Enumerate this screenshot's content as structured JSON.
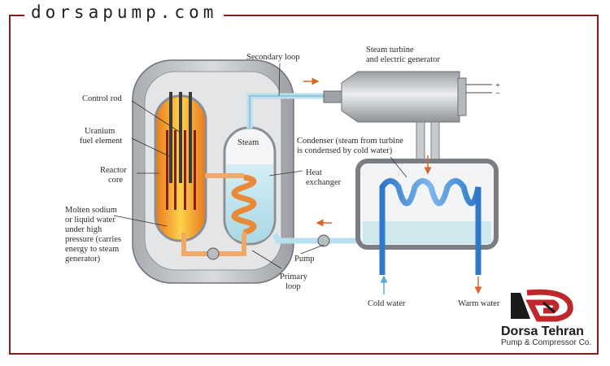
{
  "site": {
    "title": "dorsapump.com"
  },
  "labels": {
    "control_rod": "Control rod",
    "uranium_1": "Uranium",
    "uranium_2": "fuel element",
    "reactor_1": "Reactor",
    "reactor_2": "core",
    "molten_1": "Molten sodium",
    "molten_2": "or liquid water",
    "molten_3": "under high",
    "molten_4": "pressure (carries",
    "molten_5": "energy to steam",
    "molten_6": "generator)",
    "secondary_loop": "Secondary loop",
    "turbine_1": "Steam turbine",
    "turbine_2": "and electric generator",
    "plus": "+",
    "minus": "−",
    "steam": "Steam",
    "condenser_1": "Condenser (steam from turbine",
    "condenser_2": "is condensed by cold water)",
    "heat_1": "Heat",
    "heat_2": "exchanger",
    "pump": "Pump",
    "primary_1": "Primary",
    "primary_2": "loop",
    "cold_water": "Cold water",
    "warm_water": "Warm water"
  },
  "brand": {
    "name": "Dorsa Tehran",
    "tagline": "Pump & Compressor Co."
  },
  "colors": {
    "border": "#8a1c1c",
    "arrow": "#d9662a",
    "brand_red": "#c0272d"
  }
}
